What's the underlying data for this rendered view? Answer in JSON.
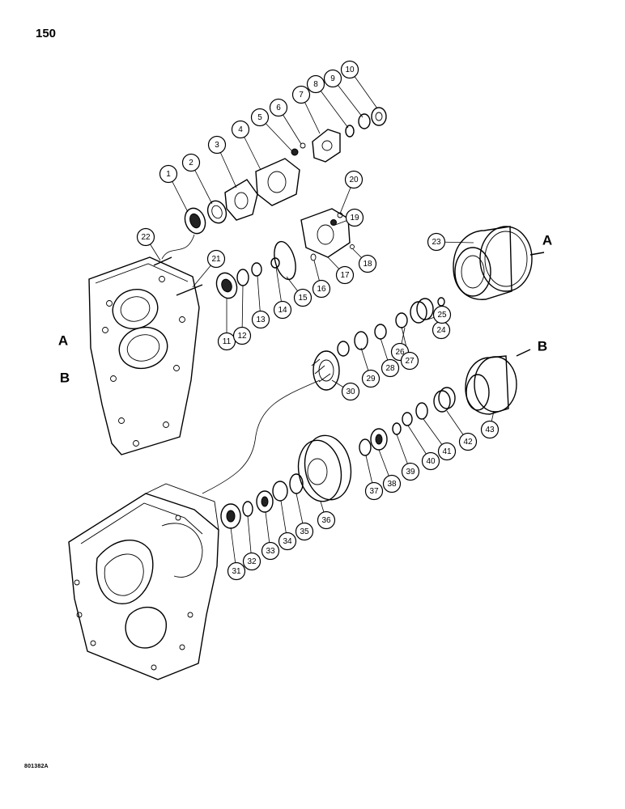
{
  "page_number": "150",
  "figure_code": "801382A",
  "reference_letters": [
    "A",
    "B"
  ],
  "callouts": [
    "1",
    "2",
    "3",
    "4",
    "5",
    "6",
    "7",
    "8",
    "9",
    "10",
    "11",
    "12",
    "13",
    "14",
    "15",
    "16",
    "17",
    "18",
    "19",
    "20",
    "21",
    "22",
    "23",
    "24",
    "25",
    "26",
    "27",
    "28",
    "29",
    "30",
    "31",
    "32",
    "33",
    "34",
    "35",
    "36",
    "37",
    "38",
    "39",
    "40",
    "41",
    "42",
    "43"
  ]
}
